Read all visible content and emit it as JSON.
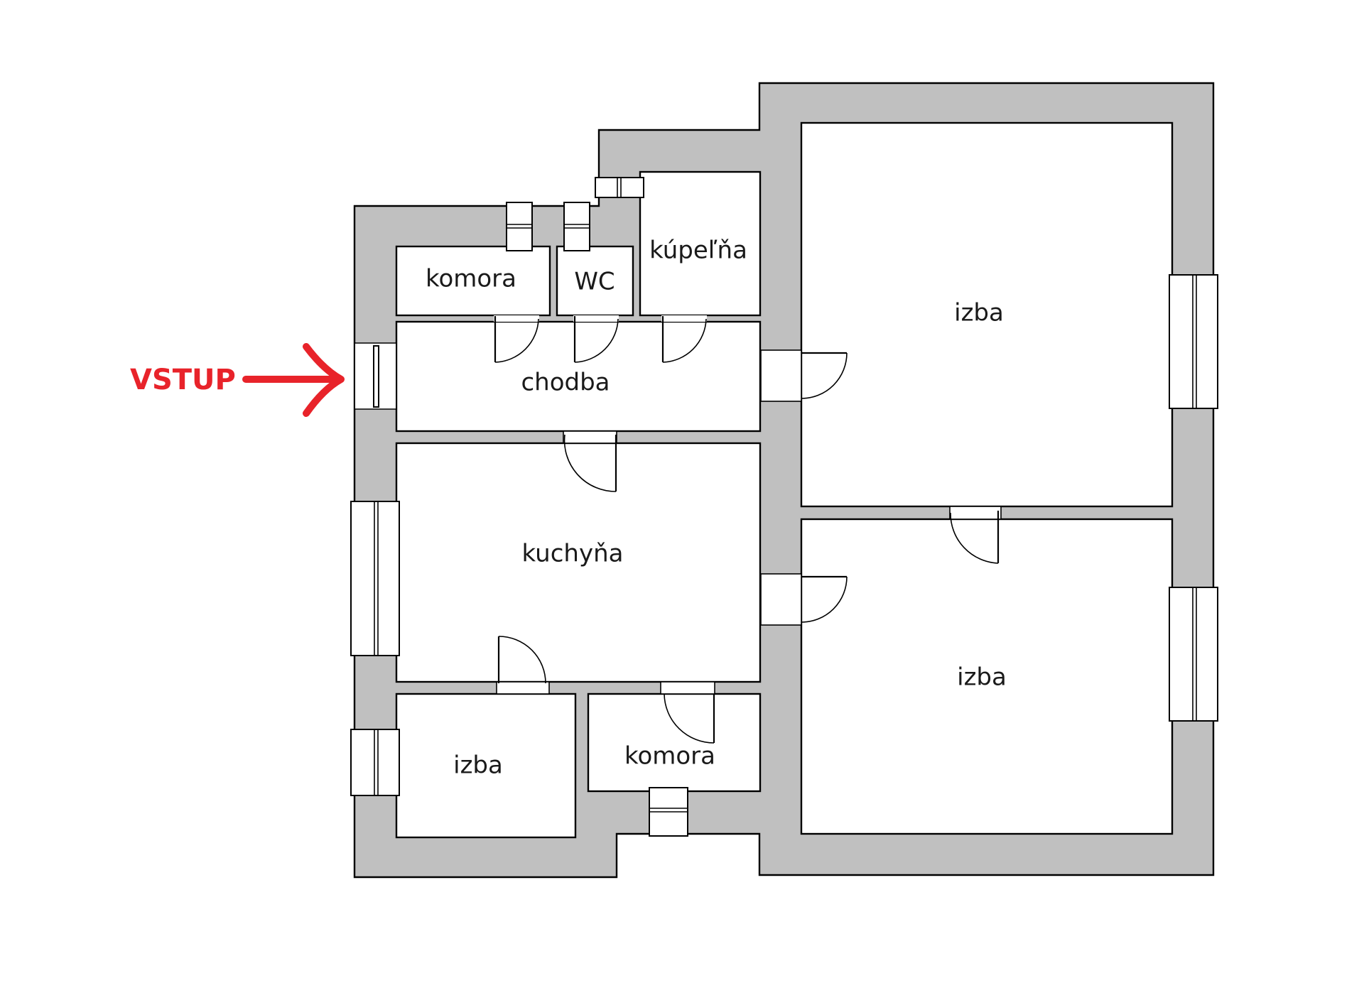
{
  "floor_plan": {
    "entry": {
      "label": "VSTUP",
      "color": "#e8232a"
    },
    "rooms": {
      "komora_top": "komora",
      "wc": "WC",
      "bathroom": "kúpeľňa",
      "hallway": "chodba",
      "kitchen": "kuchyňa",
      "room_small": "izba",
      "komora_bottom": "komora",
      "room_top_right": "izba",
      "room_bottom_right": "izba"
    },
    "colors": {
      "wall": "#c0c0c0",
      "background": "#ffffff"
    }
  }
}
